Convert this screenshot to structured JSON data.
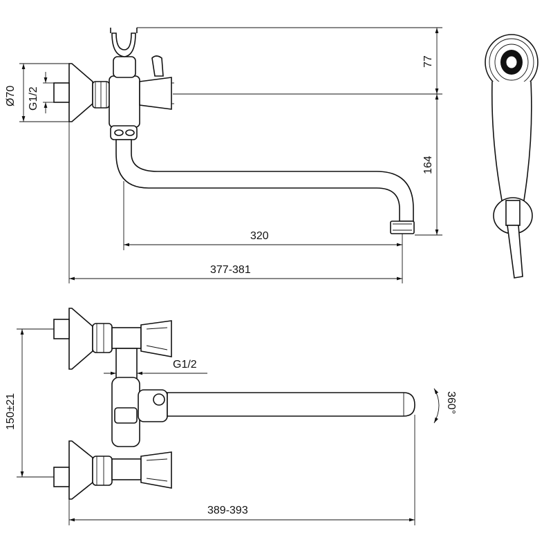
{
  "dimensions": {
    "diameter_flange": "Ø70",
    "thread_top": "G1/2",
    "height_handshower": "77",
    "height_spout": "164",
    "spout_projection": "320",
    "total_length_top": "377-381",
    "thread_bottom": "G1/2",
    "center_distance": "150±21",
    "total_length_bottom": "389-393",
    "rotation": "360°"
  },
  "colors": {
    "line": "#111111",
    "background": "#ffffff"
  }
}
